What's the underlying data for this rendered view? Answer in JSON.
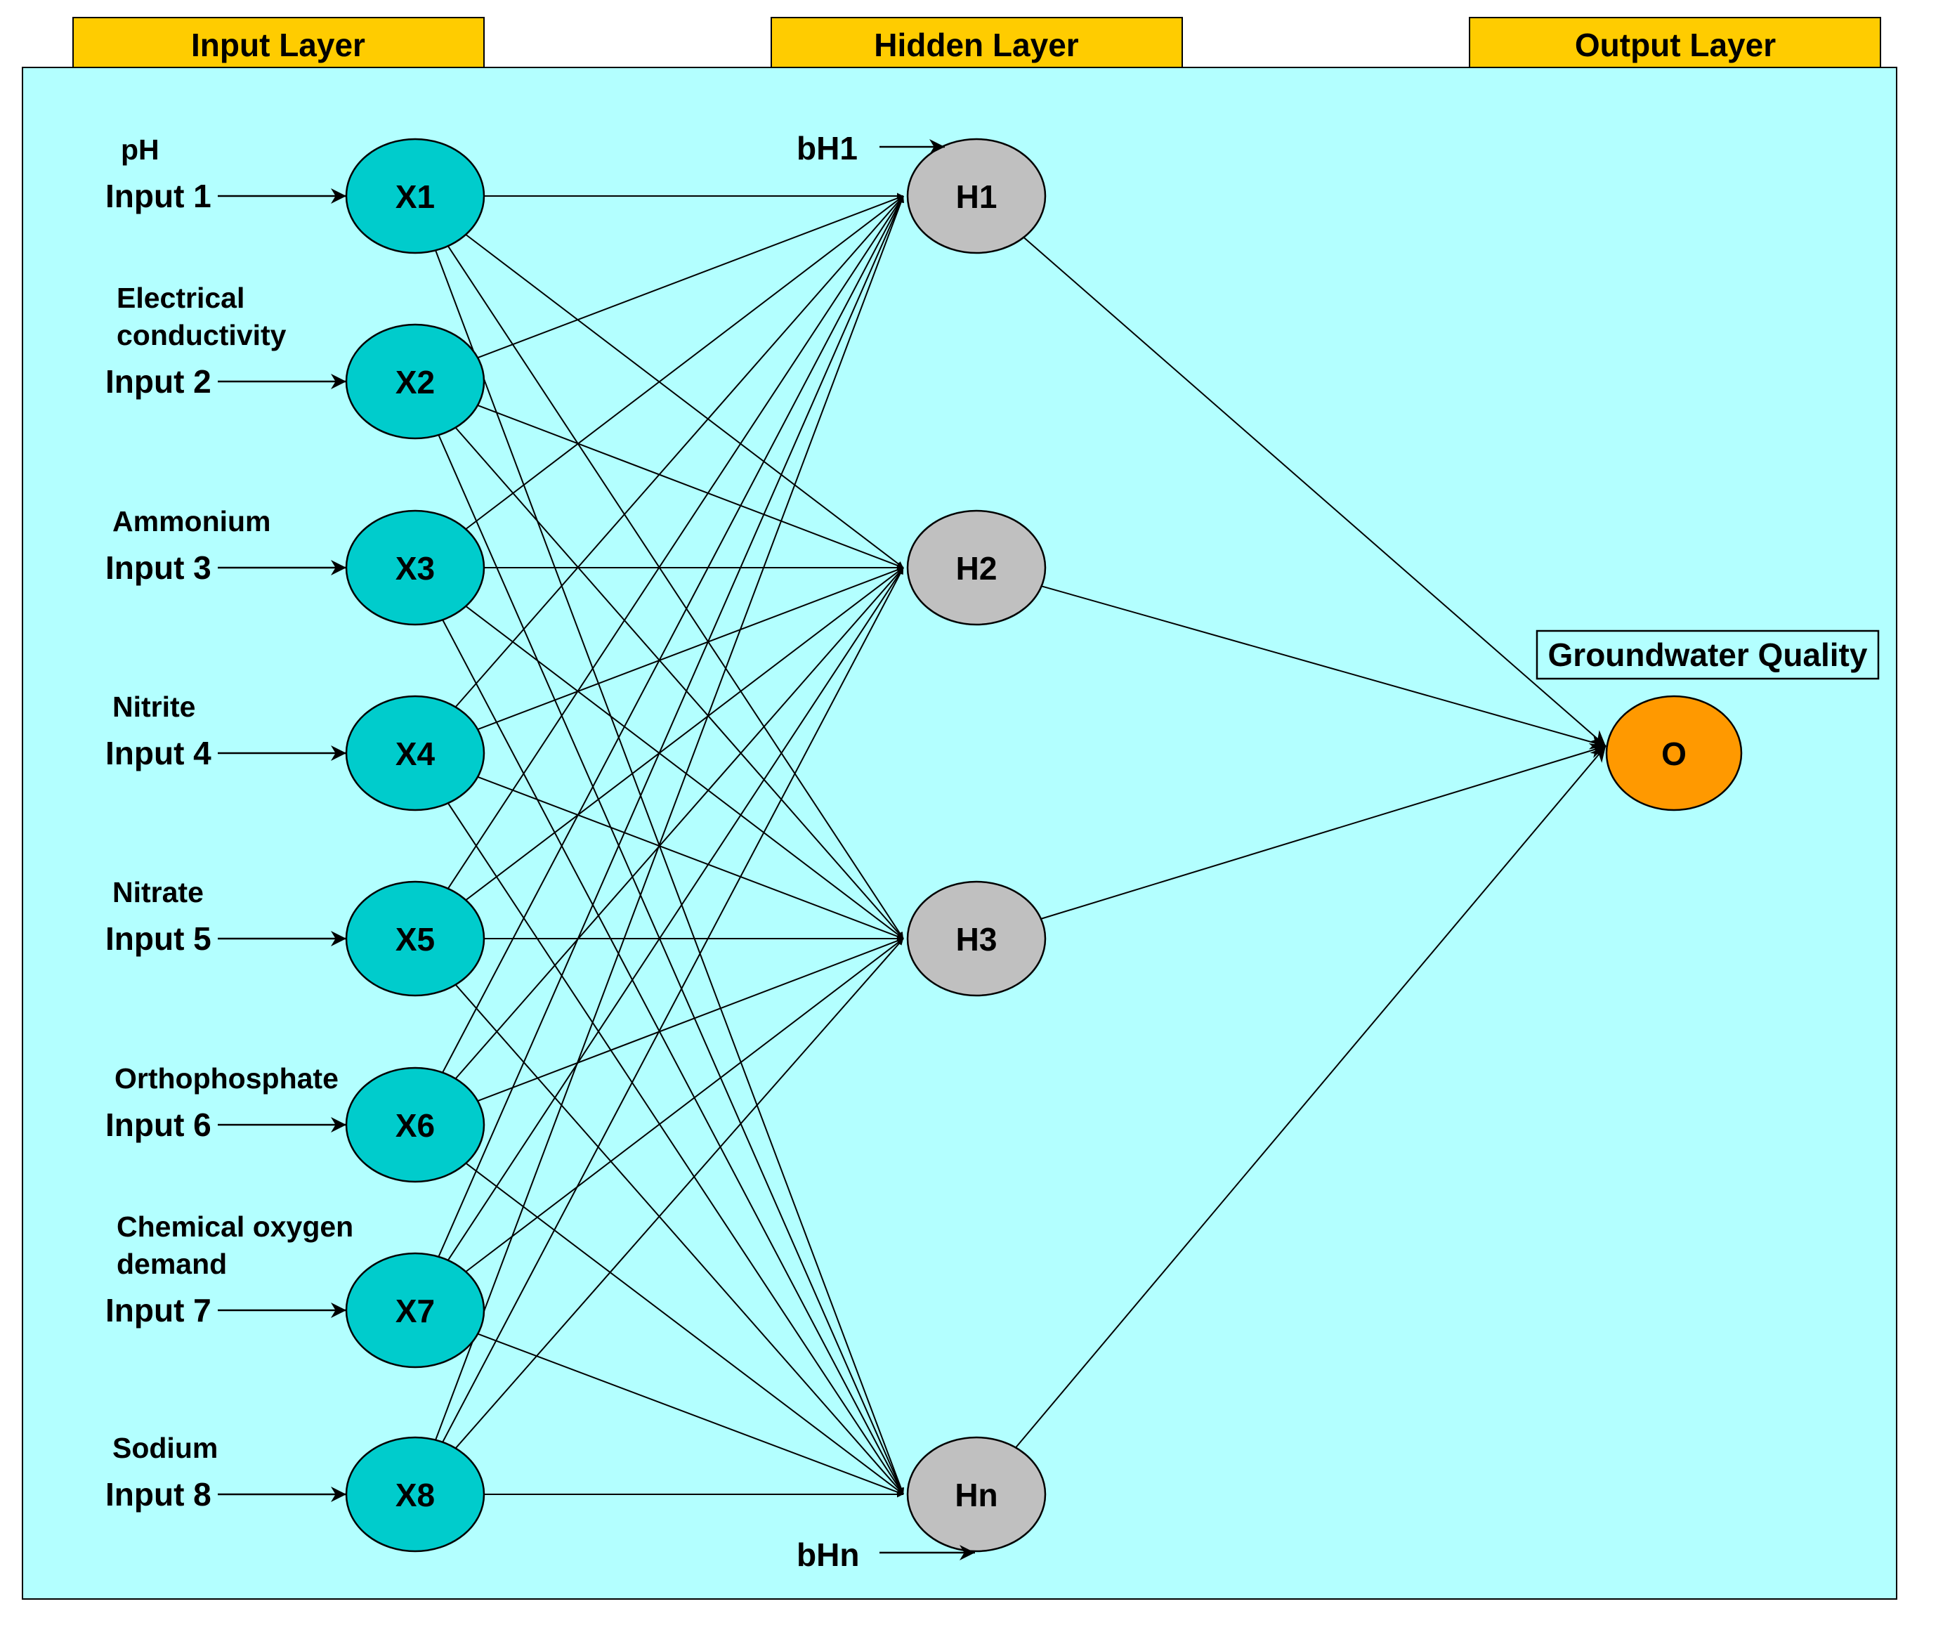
{
  "headers": {
    "input": "Input Layer",
    "hidden": "Hidden Layer",
    "output": "Output Layer"
  },
  "inputs": [
    {
      "name": "pH",
      "input_label": "Input 1",
      "node": "X1"
    },
    {
      "name": "Electrical|conductivity",
      "input_label": "Input 2",
      "node": "X2"
    },
    {
      "name": "Ammonium",
      "input_label": "Input 3",
      "node": "X3"
    },
    {
      "name": "Nitrite",
      "input_label": "Input 4",
      "node": "X4"
    },
    {
      "name": "Nitrate",
      "input_label": "Input 5",
      "node": "X5"
    },
    {
      "name": "Orthophosphate",
      "input_label": "Input 6",
      "node": "X6"
    },
    {
      "name": "Chemical oxygen|demand",
      "input_label": "Input 7",
      "node": "X7"
    },
    {
      "name": "Sodium",
      "input_label": "Input 8",
      "node": "X8"
    }
  ],
  "hidden": [
    "H1",
    "H2",
    "H3",
    "Hn"
  ],
  "bias": {
    "top": "bH1",
    "bottom": "bHn"
  },
  "output": {
    "node": "O",
    "title": "Groundwater Quality"
  },
  "colors": {
    "background": "#b3ffff",
    "header": "#ffcc00",
    "input_node": "#00cccc",
    "hidden_node": "#c0c0c0",
    "output_node": "#ff9900"
  }
}
